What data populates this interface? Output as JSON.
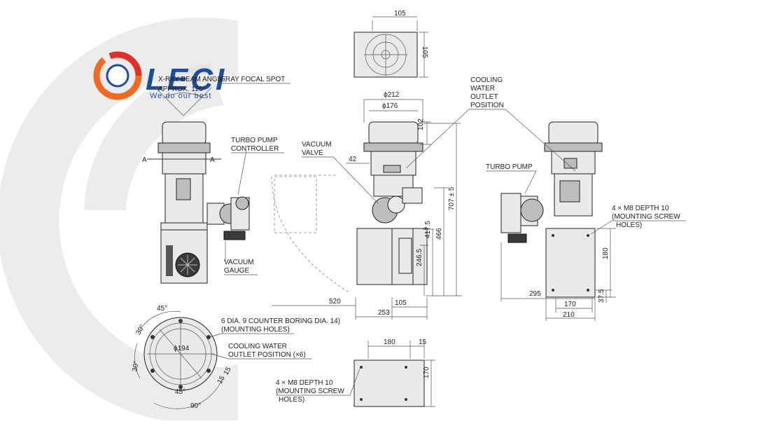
{
  "logo": {
    "wordmark": "LECI",
    "tagline": "We do our best",
    "colors": {
      "orange": "#f26a21",
      "red": "#e0302a",
      "blue": "#1d4e9e"
    }
  },
  "colors": {
    "line": "#333333",
    "body_fill": "#e9e9e9",
    "dark_part": "#3a3a3a",
    "watermark": "#dcdcdc"
  },
  "labels": {
    "x_ray_beam_angle": "X-RAY BEAM ANGLE",
    "approx_120": "APPROX. 120°",
    "x_ray_focal_spot": "X-RAY FOCAL SPOT",
    "turbo_pump_controller_1": "TURBO PUMP",
    "turbo_pump_controller_2": "CONTROLLER",
    "vacuum_valve_1": "VACUUM",
    "vacuum_valve_2": "VALVE",
    "vacuum_gauge_1": "VACUUM",
    "vacuum_gauge_2": "GAUGE",
    "cooling_water_1": "COOLING",
    "cooling_water_2": "WATER",
    "cooling_water_3": "OUTLET",
    "cooling_water_4": "POSITION",
    "turbo_pump": "TURBO PUMP",
    "m8_side_1": "4 × M8 DEPTH 10",
    "m8_side_2": "(MOUNTING SCREW",
    "m8_side_3": "HOLES)",
    "six_dia_1": "6 DIA. 9 COUNTER BORING DIA. 14)",
    "six_dia_2": "(MOUNTING HOLES)",
    "cooling_outlet_x6_1": "COOLING WATER",
    "cooling_outlet_x6_2": "OUTLET POSITION (×6)",
    "m8_bottom_1": "4 × M8 DEPTH 10",
    "m8_bottom_2": "(MOUNTING SCREW",
    "m8_bottom_3": "HOLES)",
    "section_a_left": "A",
    "section_a_right": "A"
  },
  "dimensions": {
    "top_width": "105",
    "top_height": "105",
    "dia_212": "ϕ212",
    "dia_176": "ϕ176",
    "d102": "102",
    "d42": "42",
    "d707": "707 ± 5",
    "d466": "466",
    "d417": "417.5",
    "d246": "246.5",
    "d520": "520",
    "d105_bottom": "105",
    "d253": "253",
    "d180_side": "180",
    "d295": "295",
    "d170_side": "170",
    "d210": "210",
    "d37": "37.5",
    "flange_45_top": "45°",
    "flange_30_left": "30°",
    "flange_30_bottom": "30°",
    "flange_45_bottom": "45°",
    "flange_90": "90°",
    "flange_dia": "ϕ194",
    "flange_15_1": "15",
    "flange_15_2": "15",
    "base_180": "180",
    "base_15": "15",
    "base_170": "170"
  }
}
